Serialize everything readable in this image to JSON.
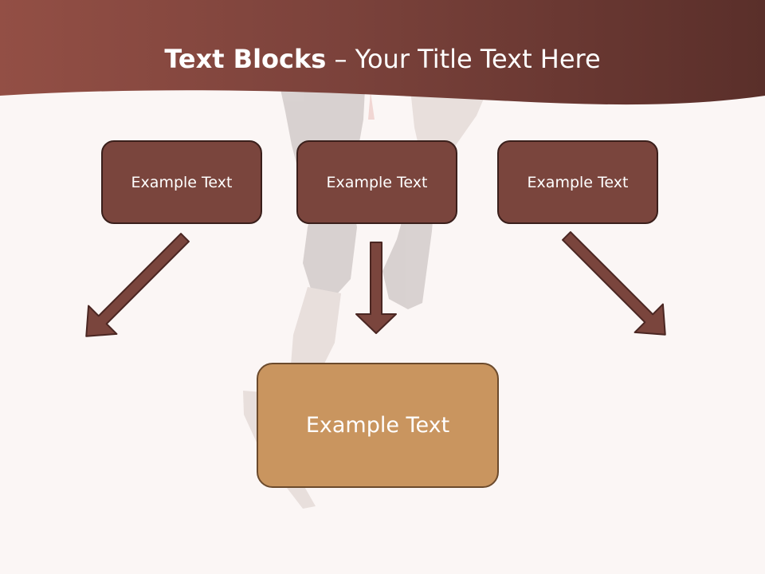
{
  "slide": {
    "title_bold": "Text Blocks",
    "title_sep": " – ",
    "title_rest": "Your Title Text Here"
  },
  "blocks": {
    "top": [
      {
        "label": "Example Text"
      },
      {
        "label": "Example Text"
      },
      {
        "label": "Example Text"
      }
    ],
    "bottom": {
      "label": "Example Text"
    }
  },
  "colors": {
    "header_dark": "#5a2f2a",
    "header_light": "#934f45",
    "top_box_fill": "#7a453d",
    "bottom_box_fill": "#c9955f",
    "arrow_fill": "#7a453d",
    "background": "#fbf6f5"
  }
}
